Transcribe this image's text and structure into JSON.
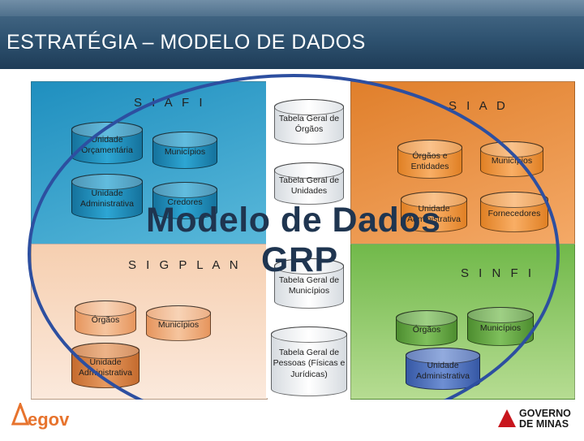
{
  "header": {
    "title": "ESTRATÉGIA – MODELO DE DADOS"
  },
  "siafi": {
    "label": "S I A F I",
    "items": [
      "Unidade Orçamentária",
      "Municípios",
      "Unidade Administrativa",
      "Credores"
    ]
  },
  "siad": {
    "label": "S I A D",
    "items": [
      "Órgãos e Entidades",
      "Municípios",
      "Unidade Administrativa",
      "Fornecedores"
    ]
  },
  "sigplan": {
    "label": "S I G P L A N",
    "items": [
      "Órgãos",
      "Municípios",
      "Unidade Administrativa"
    ]
  },
  "sinfi": {
    "label": "S I N F I",
    "items": [
      "Órgãos",
      "Municípios",
      "Unidade Administrativa"
    ]
  },
  "center": {
    "tables": [
      "Tabela Geral de Órgãos",
      "Tabela Geral de Unidades",
      "Tabela Geral de Municípios",
      "Tabela Geral de Pessoas (Físicas e Jurídicas)"
    ]
  },
  "overlay": {
    "line1": "Modelo de Dados",
    "line2": "GRP"
  },
  "footer": {
    "egov": "egov",
    "gov_line1": "GOVERNO",
    "gov_line2": "DE MINAS"
  },
  "colors": {
    "siafi": "#2da6d4",
    "siad": "#f29a4c",
    "sigplan": "#f8dcc6",
    "sinfi": "#86c25e",
    "ring": "#2d4fa0",
    "header": "#2f5371"
  }
}
